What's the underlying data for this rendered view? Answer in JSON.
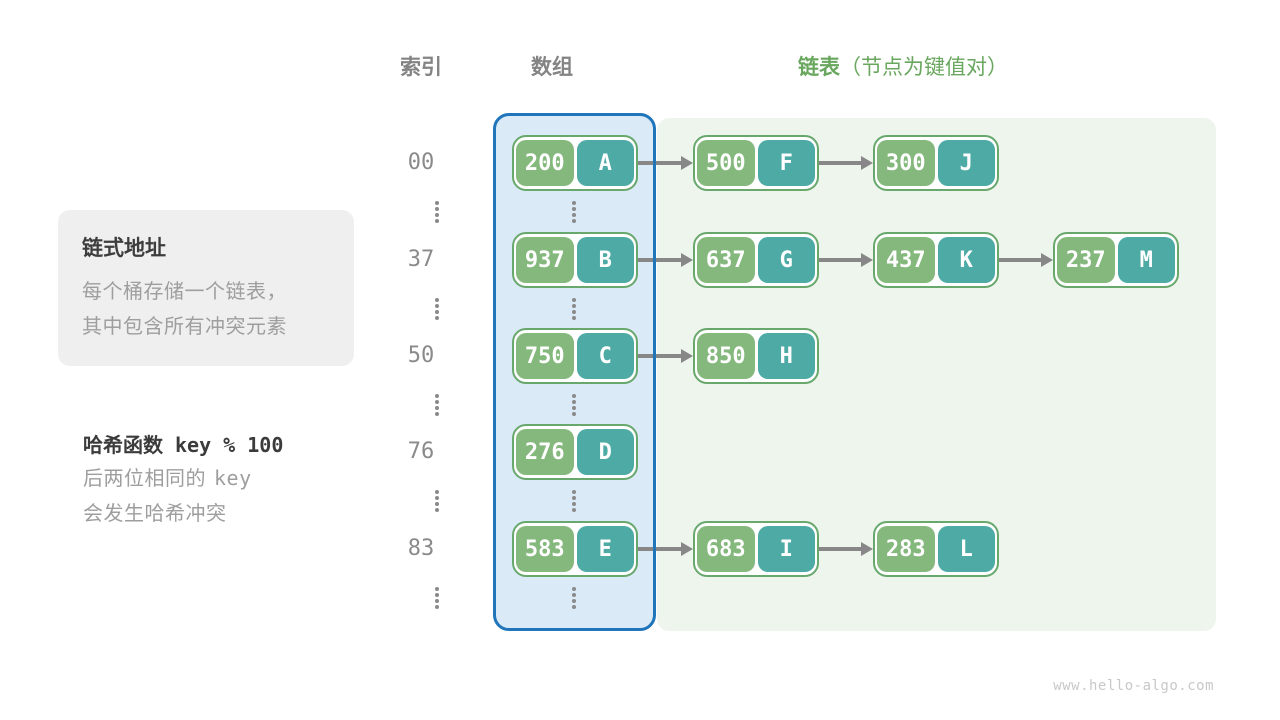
{
  "headers": {
    "index": "索引",
    "array": "数组",
    "list": "链表",
    "list_annotation": "（节点为键值对）"
  },
  "notes": {
    "card_title": "链式地址",
    "card_line1": "每个桶存储一个链表，",
    "card_line2": "其中包含所有冲突元素",
    "hash_label": "哈希函数",
    "hash_formula": "key % 100",
    "hash_line1_text": "后两位相同的",
    "hash_line1_mono": "key",
    "hash_line2": "会发生哈希冲突"
  },
  "table": {
    "rows": [
      {
        "index": "00",
        "nodes": [
          {
            "key": "200",
            "value": "A"
          },
          {
            "key": "500",
            "value": "F"
          },
          {
            "key": "300",
            "value": "J"
          }
        ]
      },
      {
        "index": "37",
        "nodes": [
          {
            "key": "937",
            "value": "B"
          },
          {
            "key": "637",
            "value": "G"
          },
          {
            "key": "437",
            "value": "K"
          },
          {
            "key": "237",
            "value": "M"
          }
        ]
      },
      {
        "index": "50",
        "nodes": [
          {
            "key": "750",
            "value": "C"
          },
          {
            "key": "850",
            "value": "H"
          }
        ]
      },
      {
        "index": "76",
        "nodes": [
          {
            "key": "276",
            "value": "D"
          }
        ]
      },
      {
        "index": "83",
        "nodes": [
          {
            "key": "583",
            "value": "E"
          },
          {
            "key": "683",
            "value": "I"
          },
          {
            "key": "283",
            "value": "L"
          }
        ]
      }
    ]
  },
  "colors": {
    "key_cell": "#85b87d",
    "value_cell": "#4daaa5",
    "node_border": "#68a86c",
    "array_fill": "#dbeaf7",
    "array_border": "#2176bb",
    "list_fill": "#edf5ed",
    "accent_green": "#69a75e",
    "arrow": "#878787"
  },
  "watermark": "www.hello-algo.com"
}
